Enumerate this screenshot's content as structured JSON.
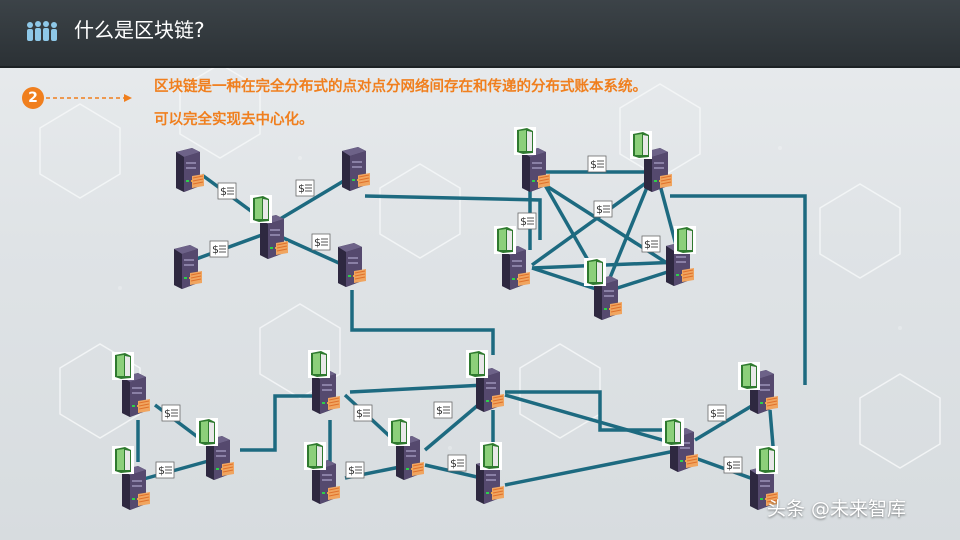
{
  "header": {
    "title": "什么是区块链?",
    "icon": "people-group-icon"
  },
  "content": {
    "step_number": "2",
    "description_line1": "区块链是一种在完全分布式的点对点分网络间存在和传递的分布式账本系统。",
    "description_line2": "可以完全实现去中心化。"
  },
  "watermark": "头条 @未来智库",
  "colors": {
    "title_bar": "#2f363a",
    "accent_orange": "#f07f1e",
    "link_teal": "#1d6a80",
    "server_purple": "#4a4060",
    "ledger_green": "#3a8a3a"
  },
  "icons": {
    "server": "server-icon",
    "ledger_book": "ledger-book-icon",
    "document": "document-icon"
  }
}
